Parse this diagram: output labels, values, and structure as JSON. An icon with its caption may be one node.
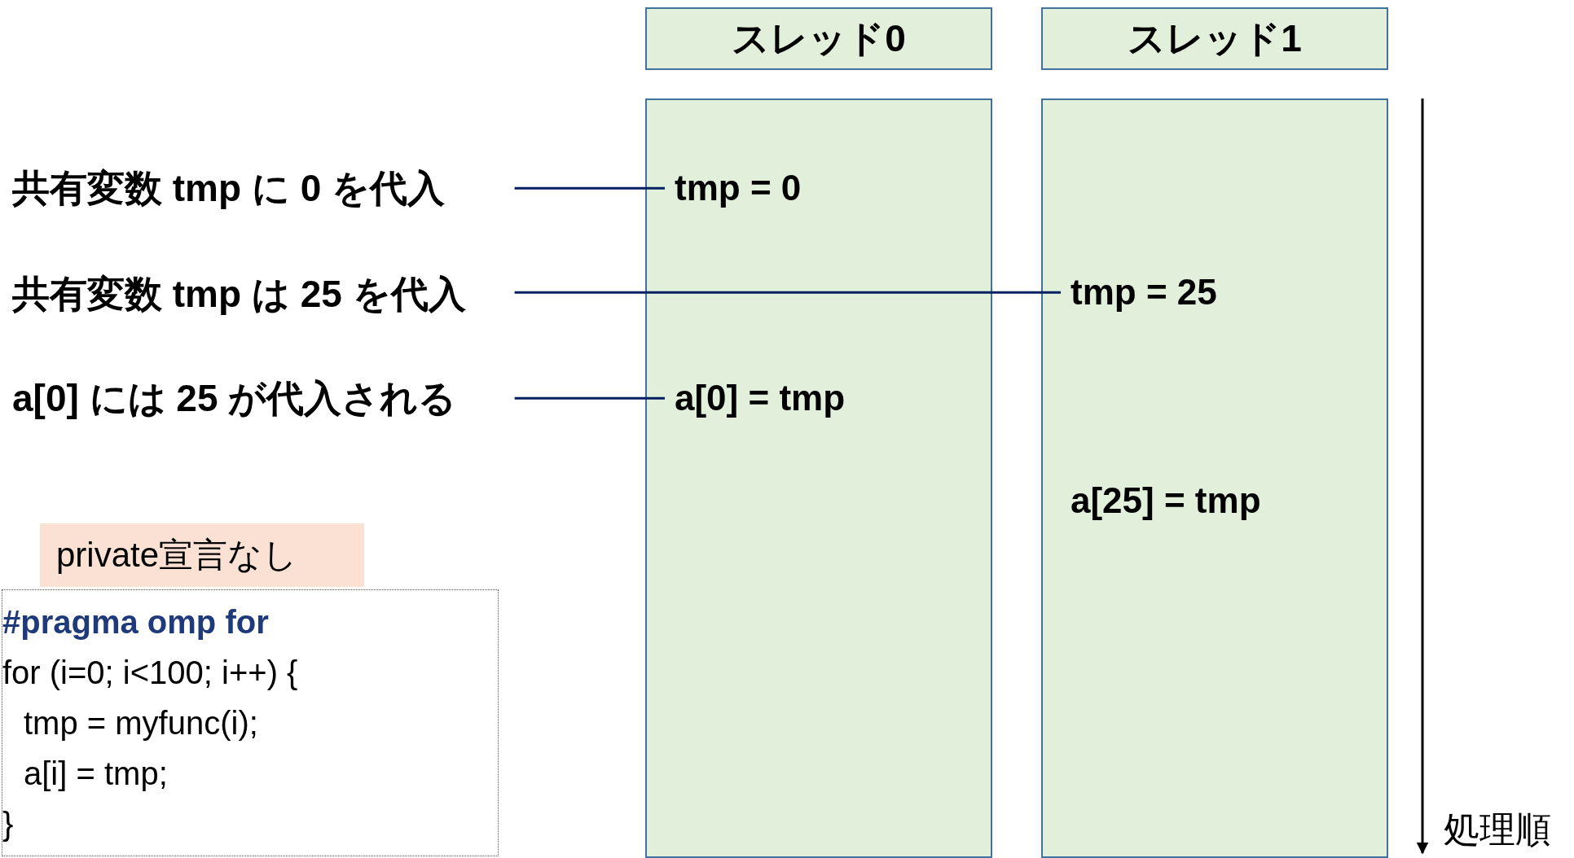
{
  "diagram": {
    "nodes": [
      {
        "text": [
          "スレッド0"
        ]
      },
      {
        "text": [
          "スレッド1"
        ]
      },
      {
        "text": [],
        "shape": "box"
      },
      {
        "text": [],
        "shape": "box"
      },
      {
        "text": [
          "tmp = 0"
        ],
        "in": 2
      },
      {
        "text": [
          "a[0] = tmp"
        ],
        "in": 2
      },
      {
        "text": [
          "tmp = 25"
        ],
        "in": 3
      },
      {
        "text": [
          "a[25] = tmp"
        ],
        "in": 3
      },
      {
        "text": [
          "共有変数 tmp に 0 を代入"
        ]
      },
      {
        "text": [
          "共有変数 tmp は 25 を代入"
        ]
      },
      {
        "text": [
          "a[0] には 25 が代入される"
        ]
      },
      {
        "text": [
          "private宣言なし"
        ]
      },
      {
        "text": [
          "#pragma omp for",
          "for (i=0; i<100; i++) {",
          "tmp = myfunc(i);",
          "a[i] = tmp;",
          "}"
        ]
      }
    ],
    "edges": [
      {
        "from": 8,
        "to": 4,
        "arrow": "none"
      },
      {
        "from": 9,
        "to": 6,
        "arrow": "none"
      },
      {
        "from": 10,
        "to": 5,
        "arrow": "none"
      }
    ],
    "labels": [
      "処理順"
    ]
  }
}
